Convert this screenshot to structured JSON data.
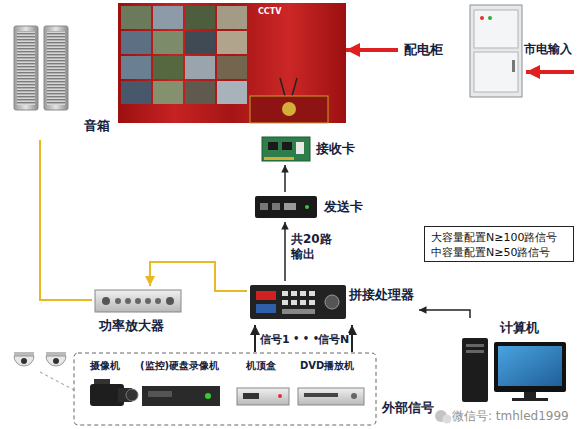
{
  "diagram": {
    "nodes": [
      {
        "text": [
          "音箱"
        ]
      },
      {
        "text": [
          "CCTV"
        ]
      },
      {
        "text": [
          "配电柜"
        ]
      },
      {
        "text": [
          "接收卡"
        ]
      },
      {
        "text": [
          "发送卡"
        ]
      },
      {
        "text": [
          "拼接处理器"
        ]
      },
      {
        "text": [
          "功率放大器"
        ]
      },
      {
        "text": [
          "大容量配置N≥100路信号",
          "中容量配置N≥50路信号"
        ]
      },
      {
        "text": [
          "计算机"
        ]
      },
      {
        "text": [
          "外部信号"
        ]
      },
      {
        "text": [
          "摄像机"
        ],
        "in": 9
      },
      {
        "text": [
          "(监控)硬盘录像机"
        ],
        "in": 9
      },
      {
        "text": [
          "机顶盒"
        ],
        "in": 9
      },
      {
        "text": [
          "DVD播放机"
        ],
        "in": 9
      }
    ],
    "edges": [
      {
        "from": 0,
        "to": 6,
        "arrow": "none"
      },
      {
        "from": 5,
        "to": 6,
        "arrow": "to"
      },
      {
        "from": 5,
        "to": 4,
        "arrow": "to",
        "label": "共20路 输出"
      },
      {
        "from": 4,
        "to": 3,
        "arrow": "to"
      },
      {
        "from": 2,
        "to": 1,
        "arrow": "to"
      },
      {
        "from": 9,
        "to": 5,
        "arrow": "to",
        "label": "信号1"
      },
      {
        "from": 9,
        "to": 5,
        "arrow": "to",
        "label": "信号N"
      },
      {
        "from": 8,
        "to": 5,
        "arrow": "to"
      }
    ],
    "labels": [
      "市电输入",
      "• • •",
      "微信号: tmhled1999"
    ]
  }
}
